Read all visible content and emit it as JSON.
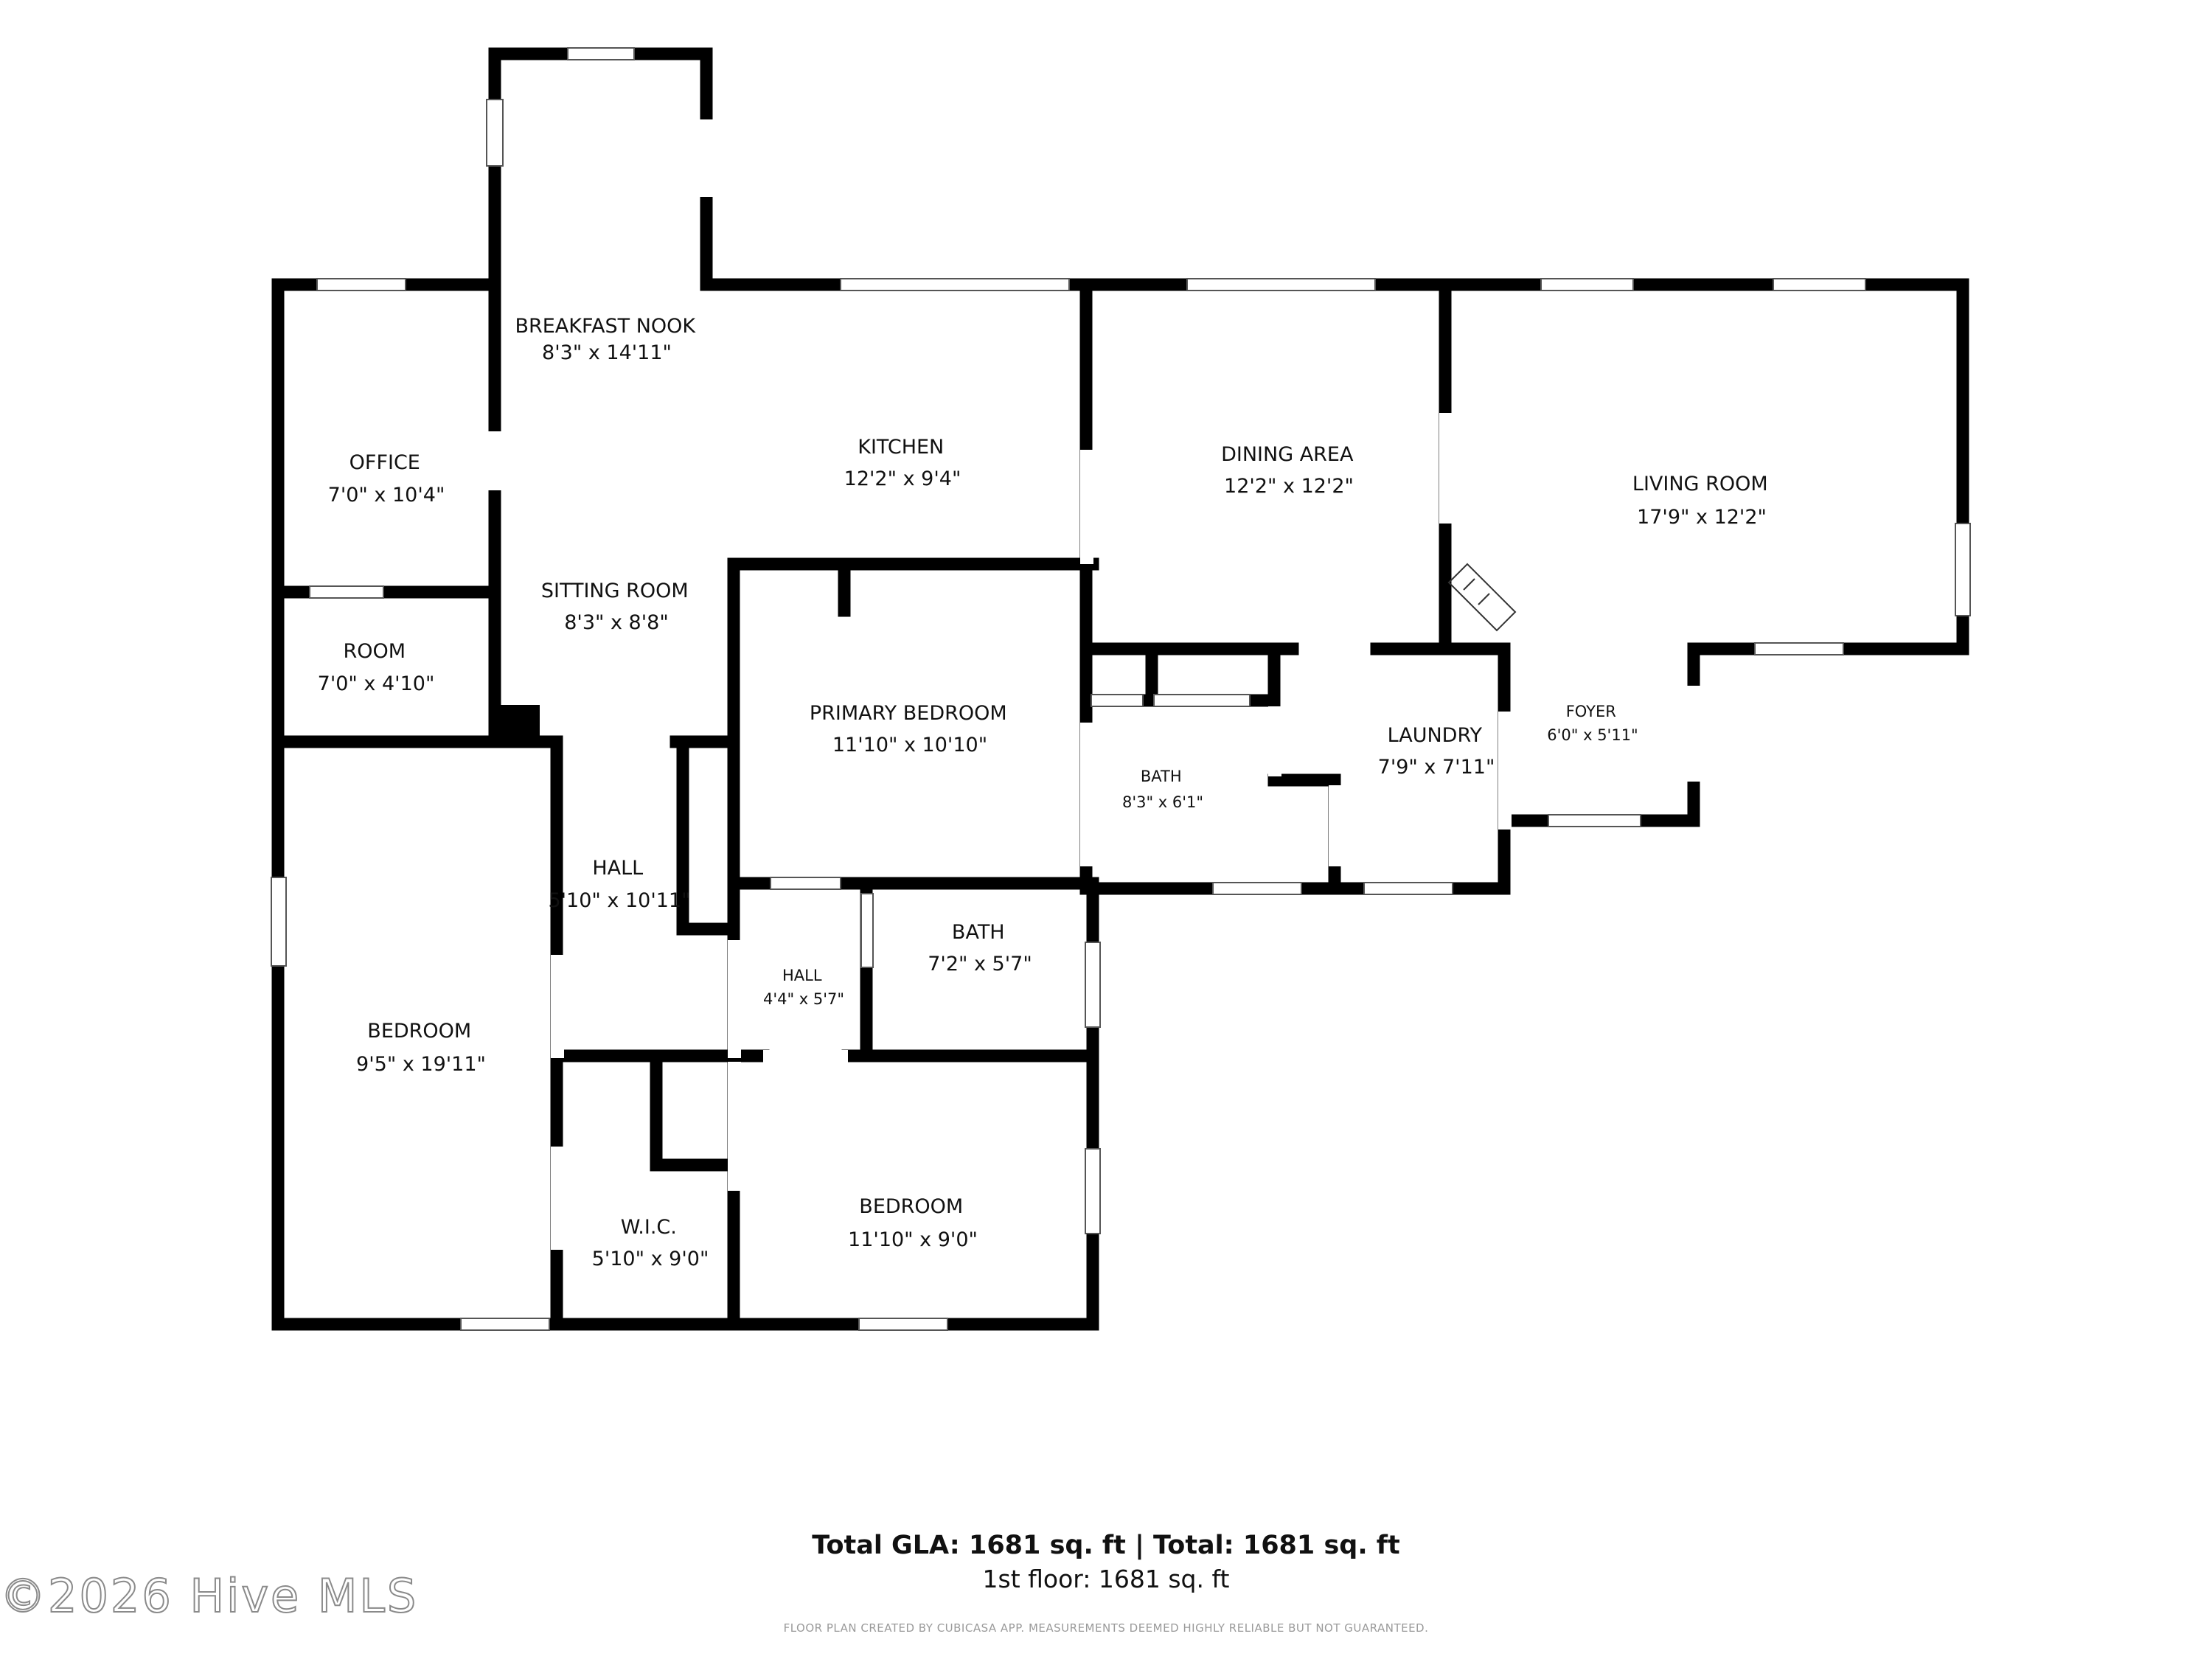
{
  "rooms": [
    {
      "id": "breakfast-nook",
      "name": "BREAKFAST NOOK",
      "dims": "8'3\" x 14'11\""
    },
    {
      "id": "office",
      "name": "OFFICE",
      "dims": "7'0\" x 10'4\""
    },
    {
      "id": "kitchen",
      "name": "KITCHEN",
      "dims": "12'2\" x 9'4\""
    },
    {
      "id": "dining-area",
      "name": "DINING AREA",
      "dims": "12'2\" x 12'2\""
    },
    {
      "id": "living-room",
      "name": "LIVING ROOM",
      "dims": "17'9\" x 12'2\""
    },
    {
      "id": "sitting-room",
      "name": "SITTING ROOM",
      "dims": "8'3\" x 8'8\""
    },
    {
      "id": "room",
      "name": "ROOM",
      "dims": "7'0\" x 4'10\""
    },
    {
      "id": "primary-bedroom",
      "name": "PRIMARY BEDROOM",
      "dims": "11'10\" x 10'10\""
    },
    {
      "id": "bath-primary",
      "name": "BATH",
      "dims": "8'3\" x 6'1\""
    },
    {
      "id": "laundry",
      "name": "LAUNDRY",
      "dims": "7'9\" x 7'11\""
    },
    {
      "id": "foyer",
      "name": "FOYER",
      "dims": "6'0\" x 5'11\""
    },
    {
      "id": "hall-main",
      "name": "HALL",
      "dims": "5'10\" x 10'11\""
    },
    {
      "id": "hall-small",
      "name": "HALL",
      "dims": "4'4\" x 5'7\""
    },
    {
      "id": "bath-hall",
      "name": "BATH",
      "dims": "7'2\" x 5'7\""
    },
    {
      "id": "bedroom-left",
      "name": "BEDROOM",
      "dims": "9'5\" x 19'11\""
    },
    {
      "id": "wic",
      "name": "W.I.C.",
      "dims": "5'10\" x 9'0\""
    },
    {
      "id": "bedroom-right",
      "name": "BEDROOM",
      "dims": "11'10\" x 9'0\""
    }
  ],
  "summary": {
    "total": "Total GLA: 1681 sq. ft | Total: 1681 sq. ft",
    "floor": "1st floor: 1681 sq. ft"
  },
  "disclaimer": "FLOOR PLAN CREATED BY CUBICASA APP. MEASUREMENTS DEEMED HIGHLY RELIABLE BUT NOT GUARANTEED.",
  "watermark": "©2026 Hive MLS",
  "colors": {
    "wall": "#000000",
    "window": "#ffffff",
    "background": "#ffffff"
  }
}
